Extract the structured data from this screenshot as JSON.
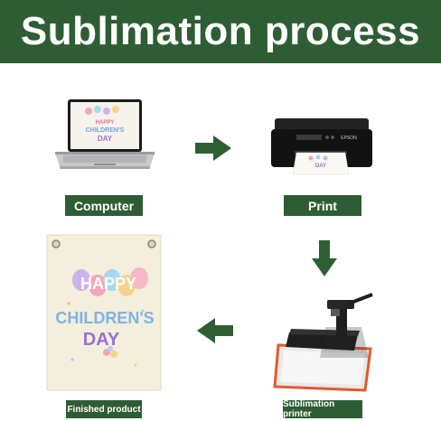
{
  "title": "Sublimation process",
  "steps": {
    "computer": "Computer",
    "print": "Print",
    "sublimation_printer": "Sublimation printer",
    "finished_product": "Finished product"
  },
  "artwork": {
    "line1": "HAPPY",
    "line2": "CHILDREN'S",
    "line3": "DAY"
  },
  "printer_brand": "EPSON",
  "colors": {
    "brand_green": "#2e5d33",
    "arrow_green": "#2f5e34"
  }
}
